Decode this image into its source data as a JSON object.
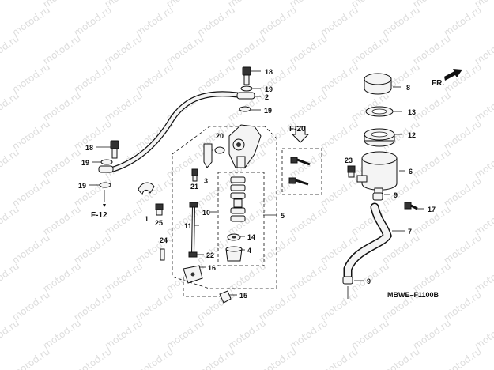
{
  "watermark_text": "motod.ru",
  "diagram_code": "MBWE–F1100B",
  "direction_label": "FR.",
  "refs": {
    "f20": "F-20",
    "f12": "F-12"
  },
  "callouts": [
    {
      "num": "18"
    },
    {
      "num": "19"
    },
    {
      "num": "2"
    },
    {
      "num": "19"
    },
    {
      "num": "8"
    },
    {
      "num": "13"
    },
    {
      "num": "12"
    },
    {
      "num": "6"
    },
    {
      "num": "23"
    },
    {
      "num": "9"
    },
    {
      "num": "17"
    },
    {
      "num": "7"
    },
    {
      "num": "9"
    },
    {
      "num": "18"
    },
    {
      "num": "19"
    },
    {
      "num": "19"
    },
    {
      "num": "20"
    },
    {
      "num": "3"
    },
    {
      "num": "21"
    },
    {
      "num": "10"
    },
    {
      "num": "11"
    },
    {
      "num": "5"
    },
    {
      "num": "14"
    },
    {
      "num": "4"
    },
    {
      "num": "22"
    },
    {
      "num": "16"
    },
    {
      "num": "15"
    },
    {
      "num": "24"
    },
    {
      "num": "25"
    },
    {
      "num": "1"
    }
  ]
}
